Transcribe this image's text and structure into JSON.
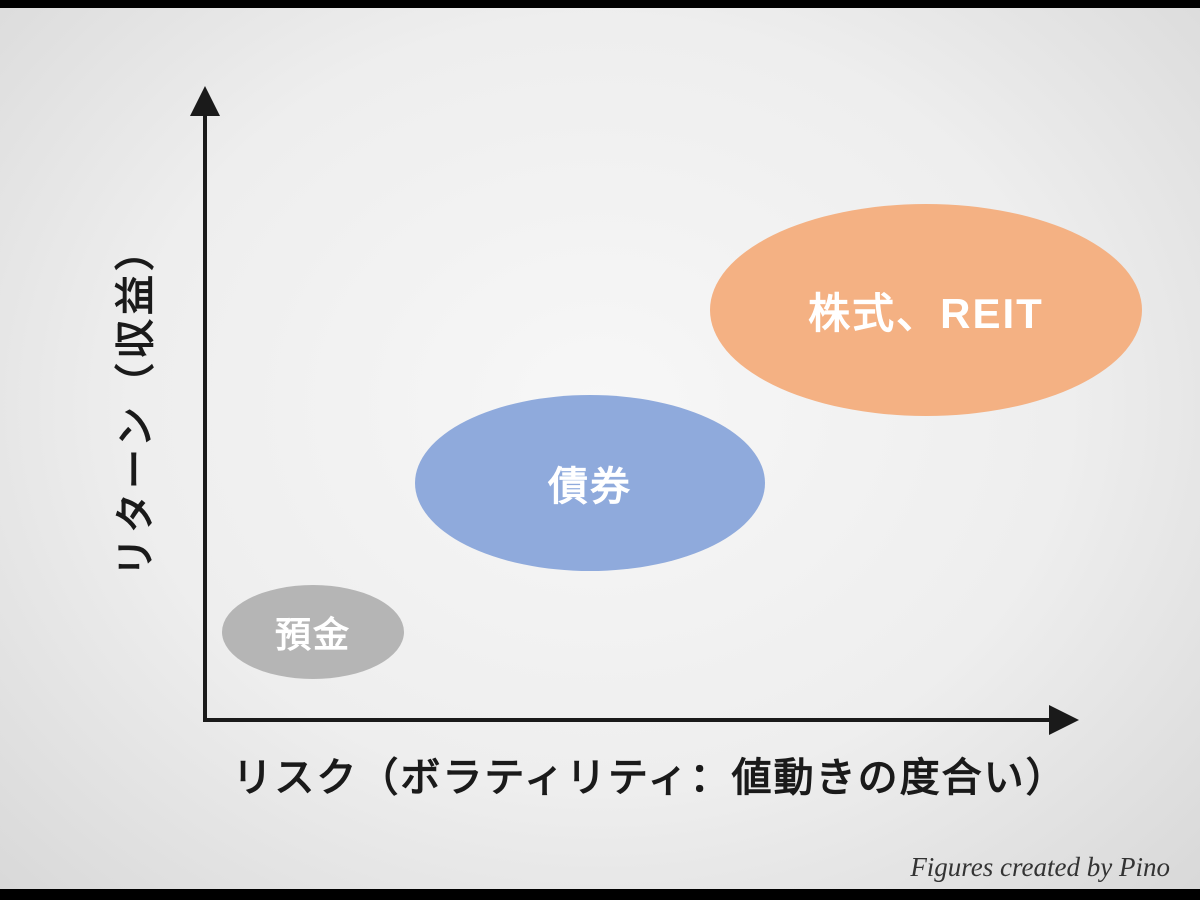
{
  "diagram": {
    "title_implicit": "risk-return-map",
    "axes": {
      "y_label": "リターン（収益）",
      "x_label": "リスク（ボラティリティ：値動きの度合い）",
      "axis_color": "#1a1a1a"
    },
    "bubbles": [
      {
        "id": "deposit",
        "label": "預金",
        "color": "#b5b5b5",
        "risk_level": "low",
        "return_level": "low"
      },
      {
        "id": "bonds",
        "label": "債券",
        "color": "#8faadc",
        "risk_level": "medium",
        "return_level": "medium"
      },
      {
        "id": "stocks",
        "label": "株式、REIT",
        "color": "#f4b183",
        "risk_level": "high",
        "return_level": "high"
      }
    ],
    "credit": "Figures created by Pino",
    "text_color_on_bubble": "#ffffff"
  }
}
